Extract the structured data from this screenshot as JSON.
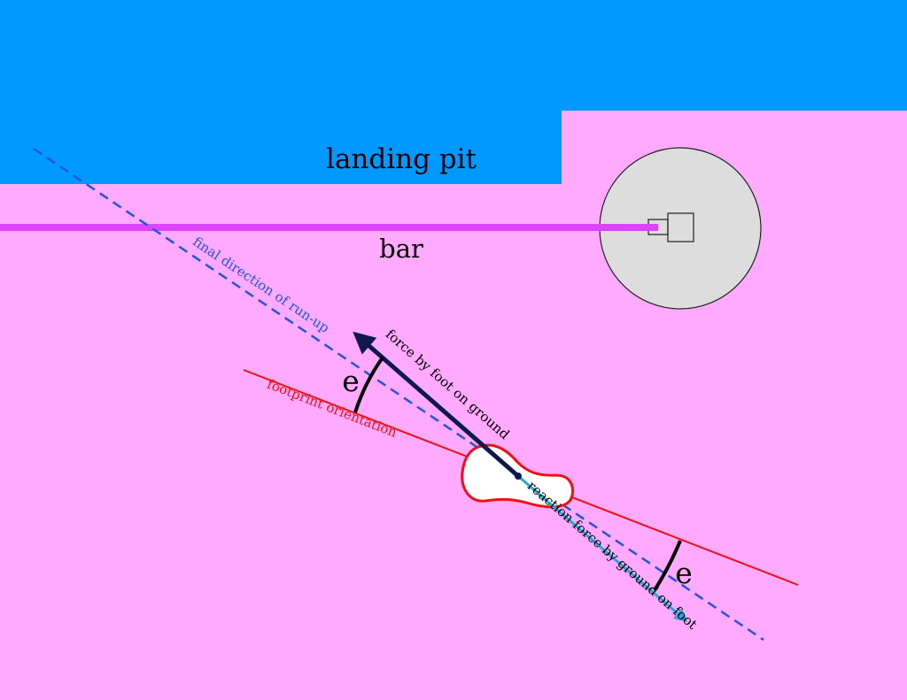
{
  "labels": {
    "landing_pit": "landing pit",
    "bar": "bar",
    "run_up": "final direction of run-up",
    "footprint": "footprint orientation",
    "force_foot": "force by foot on ground",
    "reaction_force": "reaction force by ground on foot",
    "angle_upper": "e",
    "angle_lower": "e"
  },
  "colors": {
    "background": "#ffaaff",
    "landing_pit": "#0099ff",
    "bar": "#dd44ff",
    "standard_circle": "#dddddd",
    "run_up_line": "#2255dd",
    "footprint_line": "#ee1111",
    "force_foot_arrow": "#101850",
    "reaction_arrow": "#22aadd",
    "angle_arc": "#000000"
  }
}
